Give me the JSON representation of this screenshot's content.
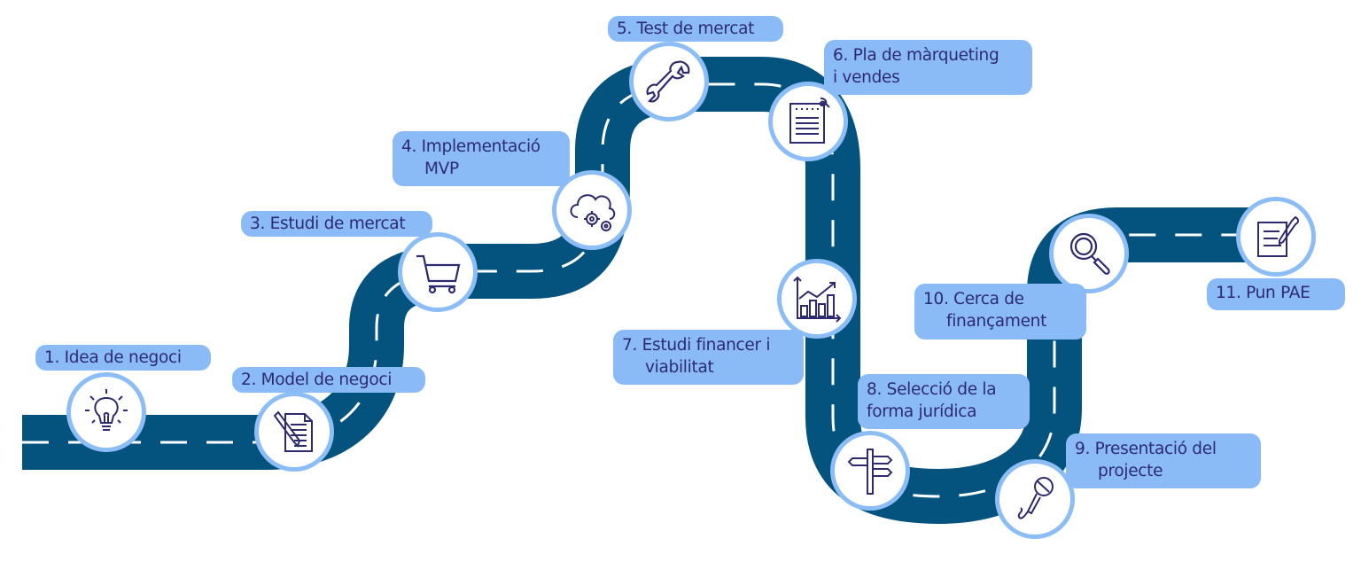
{
  "colors": {
    "road": "#03537e",
    "dash": "#ffffff",
    "label_bg": "#8abbf7",
    "circle_border": "#8dbdf7",
    "text": "#2d2a70"
  },
  "steps": [
    {
      "lines": [
        "1. Idea de negoci"
      ],
      "icon": "lightbulb-icon"
    },
    {
      "lines": [
        "2. Model de negoci"
      ],
      "icon": "document-pencil-icon"
    },
    {
      "lines": [
        "3. Estudi de mercat"
      ],
      "icon": "shopping-cart-icon"
    },
    {
      "lines": [
        "4. Implementació",
        "MVP"
      ],
      "icon": "cloud-gears-icon"
    },
    {
      "lines": [
        "5. Test de mercat"
      ],
      "icon": "wrench-icon"
    },
    {
      "lines": [
        "6. Pla de màrqueting",
        "i vendes"
      ],
      "icon": "notepad-icon"
    },
    {
      "lines": [
        "7. Estudi financer i",
        "viabilitat"
      ],
      "icon": "bar-chart-growth-icon"
    },
    {
      "lines": [
        "8. Selecció de la",
        "forma jurídica"
      ],
      "icon": "signpost-icon"
    },
    {
      "lines": [
        "9. Presentació del",
        "projecte"
      ],
      "icon": "microphone-icon"
    },
    {
      "lines": [
        "10. Cerca de",
        "finançament"
      ],
      "icon": "magnifier-icon"
    },
    {
      "lines": [
        "11. Pun PAE"
      ],
      "icon": "document-pen-icon"
    }
  ]
}
